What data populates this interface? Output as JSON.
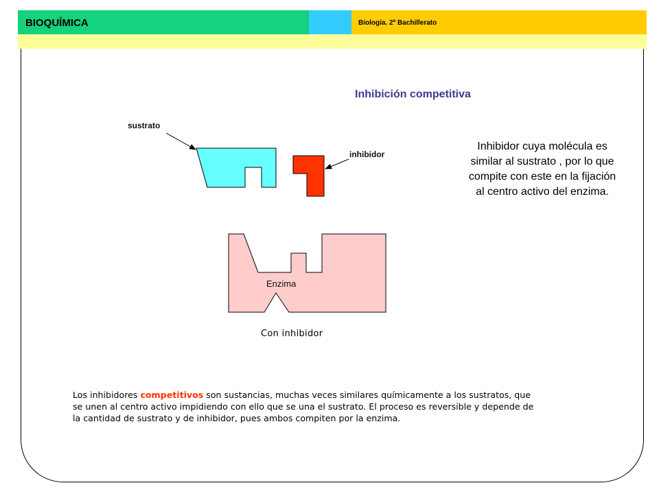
{
  "header": {
    "title": "BIOQUÍMICA",
    "course": "Biología. 2º Bachillerato",
    "colors": {
      "green": "#14d27d",
      "cyan": "#33ccff",
      "gold": "#ffcc00",
      "pale": "#ffff99"
    }
  },
  "slide": {
    "title": "Inhibición competitiva",
    "description": "Inhibidor cuya molécula es similar al sustrato , por lo que compite con este en la fijación al centro activo del enzima."
  },
  "diagram": {
    "substrate_label": "sustrato",
    "inhibitor_label": "inhibidor",
    "enzyme_label": "Enzima",
    "caption": "Con inhibidor",
    "colors": {
      "substrate": "#66ffff",
      "inhibitor": "#ff3300",
      "enzyme": "#ffcccc"
    }
  },
  "body": {
    "intro": "Los inhibidores ",
    "highlight": "competitivos",
    "rest": " son sustancias, muchas veces similares químicamente a los sustratos, que se unen al centro activo impidiendo con ello que se una el sustrato. El proceso es reversible y depende de la cantidad de sustrato y de inhibidor, pues ambos compiten por la enzima."
  }
}
